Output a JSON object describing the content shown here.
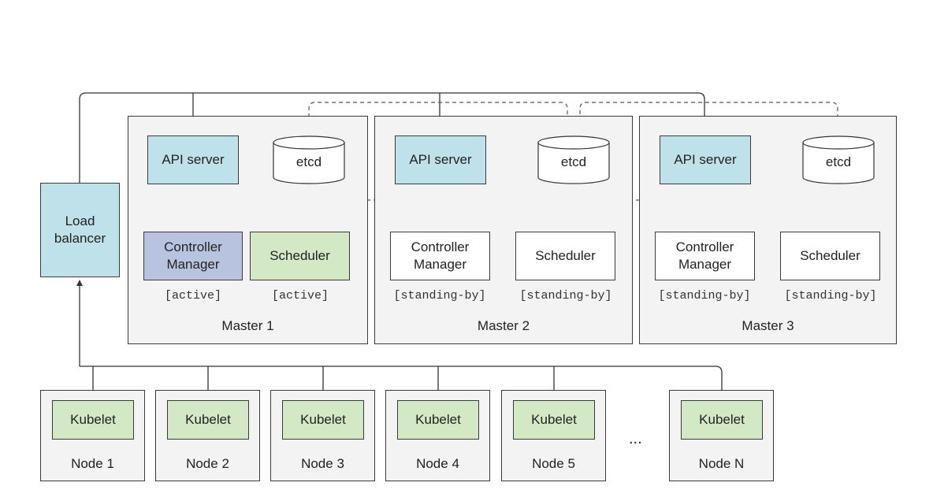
{
  "load_balancer": {
    "label": "Load\nbalancer"
  },
  "masters": [
    {
      "name": "Master 1",
      "api": "API server",
      "etcd": "etcd",
      "controller": "Controller\nManager",
      "scheduler": "Scheduler",
      "controller_status": "[active]",
      "scheduler_status": "[active]"
    },
    {
      "name": "Master 2",
      "api": "API server",
      "etcd": "etcd",
      "controller": "Controller\nManager",
      "scheduler": "Scheduler",
      "controller_status": "[standing-by]",
      "scheduler_status": "[standing-by]"
    },
    {
      "name": "Master 3",
      "api": "API server",
      "etcd": "etcd",
      "controller": "Controller\nManager",
      "scheduler": "Scheduler",
      "controller_status": "[standing-by]",
      "scheduler_status": "[standing-by]"
    }
  ],
  "nodes": [
    {
      "name": "Node 1",
      "kubelet": "Kubelet"
    },
    {
      "name": "Node 2",
      "kubelet": "Kubelet"
    },
    {
      "name": "Node 3",
      "kubelet": "Kubelet"
    },
    {
      "name": "Node 4",
      "kubelet": "Kubelet"
    },
    {
      "name": "Node 5",
      "kubelet": "Kubelet"
    },
    {
      "name": "Node N",
      "kubelet": "Kubelet"
    }
  ],
  "ellipsis": "...",
  "colors": {
    "api_server": "#bfe2ea",
    "active_controller": "#b8c4df",
    "active_scheduler": "#d3e8c4",
    "kubelet": "#d3e8c4",
    "panel": "#f3f3f3"
  }
}
